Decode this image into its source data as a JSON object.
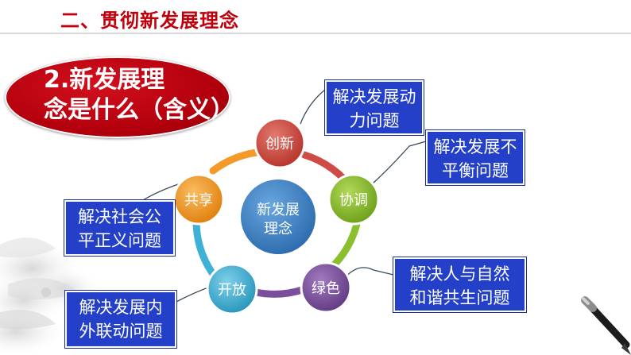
{
  "header": {
    "title": "二、贯彻新发展理念"
  },
  "concept_label": {
    "line1": "2.新发展理",
    "line2": "念是什么（含义）"
  },
  "diagram": {
    "center": {
      "line1": "新发展",
      "line2": "理念",
      "color": "#3a7fc4"
    },
    "nodes": {
      "innovation": {
        "label": "创新",
        "color": "#cf4b45"
      },
      "coordination": {
        "label": "协调",
        "color": "#8cbf2e"
      },
      "green": {
        "label": "绿色",
        "color": "#7b4f9e"
      },
      "openness": {
        "label": "开放",
        "color": "#3fb1d6"
      },
      "sharing": {
        "label": "共享",
        "color": "#f39a28"
      }
    },
    "callouts": {
      "innovation": {
        "line1": "解决发展动",
        "line2": "力问题"
      },
      "coordination": {
        "line1": "解决发展不",
        "line2": "平衡问题"
      },
      "sharing": {
        "line1": "解决社会公",
        "line2": "平正义问题"
      },
      "green": {
        "line1": "解决人与自然",
        "line2": "和谐共生问题"
      },
      "openness": {
        "line1": "解决发展内",
        "line2": "外联动问题"
      }
    },
    "box_color": "#2440c8",
    "title_color": "#c0000b",
    "oval_color": "#b3000d"
  }
}
